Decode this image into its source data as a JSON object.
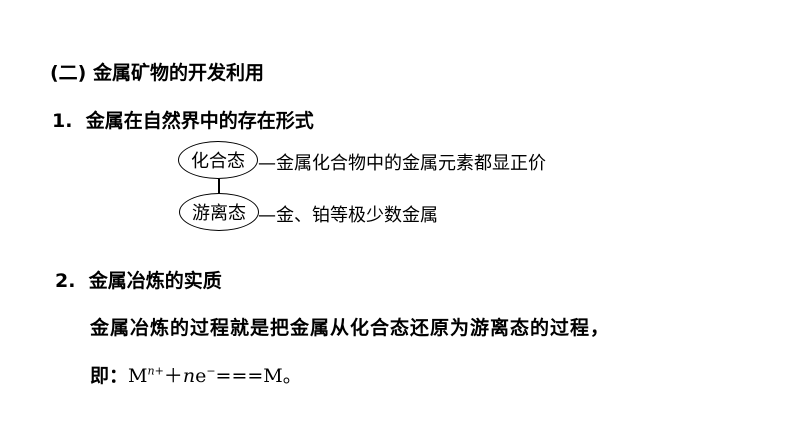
{
  "section_heading": "(二) 金属矿物的开发利用",
  "item1": {
    "number": "1.",
    "title": "金属在自然界中的存在形式",
    "states": [
      {
        "name": "化合态",
        "description": "—金属化合物中的金属元素都显正价"
      },
      {
        "name": "游离态",
        "description": "—金、铂等极少数金属"
      }
    ]
  },
  "item2": {
    "number": "2.",
    "title": "金属冶炼的实质",
    "paragraph": "金属冶炼的过程就是把金属从化合态还原为游离态的过程，",
    "equation": {
      "prefix": "即：",
      "metal": "M",
      "superscript": "n+",
      "plus": "＋",
      "coefficient": "n",
      "electron": "e",
      "electron_sup": "−",
      "arrow": "===",
      "product": "M",
      "end": "。"
    }
  }
}
